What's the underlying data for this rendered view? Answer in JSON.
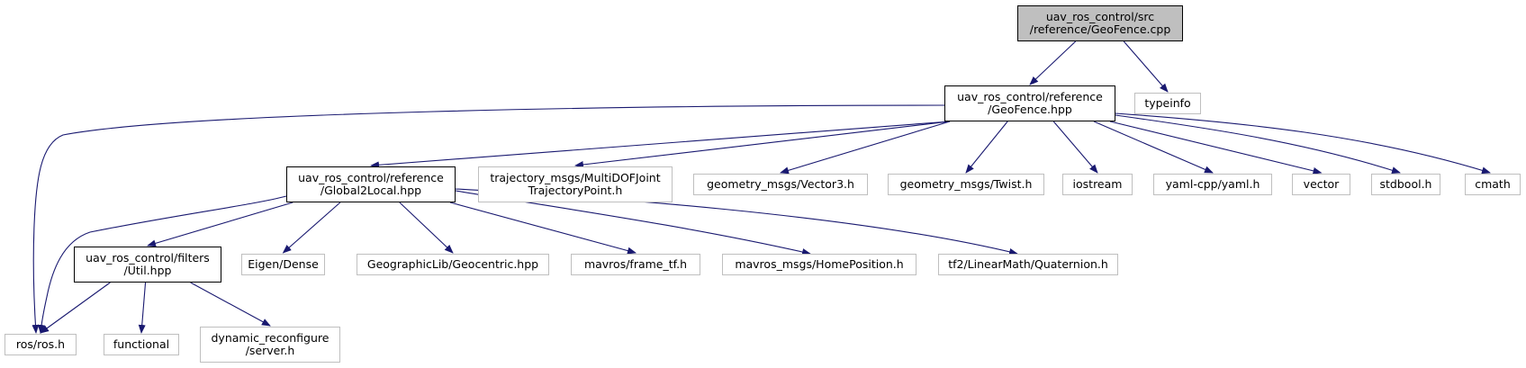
{
  "graph": {
    "colors": {
      "edge": "#191970",
      "root_fill": "#bfbfbf",
      "doc_border": "#000000",
      "ext_border": "#bfbfbf"
    },
    "nodes": [
      {
        "id": "n0",
        "kind": "root",
        "lines": [
          "uav_ros_control/src",
          "/reference/GeoFence.cpp"
        ]
      },
      {
        "id": "n1",
        "kind": "doc",
        "lines": [
          "uav_ros_control/reference",
          "/GeoFence.hpp"
        ]
      },
      {
        "id": "n2",
        "kind": "ext",
        "lines": [
          "typeinfo"
        ]
      },
      {
        "id": "n3",
        "kind": "doc",
        "lines": [
          "uav_ros_control/reference",
          "/Global2Local.hpp"
        ]
      },
      {
        "id": "n4",
        "kind": "ext",
        "lines": [
          "trajectory_msgs/MultiDOFJoint",
          "TrajectoryPoint.h"
        ]
      },
      {
        "id": "n5",
        "kind": "ext",
        "lines": [
          "geometry_msgs/Vector3.h"
        ]
      },
      {
        "id": "n6",
        "kind": "ext",
        "lines": [
          "geometry_msgs/Twist.h"
        ]
      },
      {
        "id": "n7",
        "kind": "ext",
        "lines": [
          "iostream"
        ]
      },
      {
        "id": "n8",
        "kind": "ext",
        "lines": [
          "yaml-cpp/yaml.h"
        ]
      },
      {
        "id": "n9",
        "kind": "ext",
        "lines": [
          "vector"
        ]
      },
      {
        "id": "n10",
        "kind": "ext",
        "lines": [
          "stdbool.h"
        ]
      },
      {
        "id": "n11",
        "kind": "ext",
        "lines": [
          "cmath"
        ]
      },
      {
        "id": "n12",
        "kind": "doc",
        "lines": [
          "uav_ros_control/filters",
          "/Util.hpp"
        ]
      },
      {
        "id": "n13",
        "kind": "ext",
        "lines": [
          "Eigen/Dense"
        ]
      },
      {
        "id": "n14",
        "kind": "ext",
        "lines": [
          "GeographicLib/Geocentric.hpp"
        ]
      },
      {
        "id": "n15",
        "kind": "ext",
        "lines": [
          "mavros/frame_tf.h"
        ]
      },
      {
        "id": "n16",
        "kind": "ext",
        "lines": [
          "mavros_msgs/HomePosition.h"
        ]
      },
      {
        "id": "n17",
        "kind": "ext",
        "lines": [
          "tf2/LinearMath/Quaternion.h"
        ]
      },
      {
        "id": "n18",
        "kind": "ext",
        "lines": [
          "ros/ros.h"
        ]
      },
      {
        "id": "n19",
        "kind": "ext",
        "lines": [
          "functional"
        ]
      },
      {
        "id": "n20",
        "kind": "ext",
        "lines": [
          "dynamic_reconfigure",
          "/server.h"
        ]
      }
    ],
    "edges": [
      [
        "n0",
        "n1"
      ],
      [
        "n0",
        "n2"
      ],
      [
        "n1",
        "n18"
      ],
      [
        "n1",
        "n3"
      ],
      [
        "n1",
        "n4"
      ],
      [
        "n1",
        "n5"
      ],
      [
        "n1",
        "n6"
      ],
      [
        "n1",
        "n7"
      ],
      [
        "n1",
        "n8"
      ],
      [
        "n1",
        "n9"
      ],
      [
        "n1",
        "n10"
      ],
      [
        "n1",
        "n11"
      ],
      [
        "n3",
        "n18"
      ],
      [
        "n3",
        "n12"
      ],
      [
        "n3",
        "n13"
      ],
      [
        "n3",
        "n14"
      ],
      [
        "n3",
        "n15"
      ],
      [
        "n3",
        "n16"
      ],
      [
        "n3",
        "n17"
      ],
      [
        "n12",
        "n18"
      ],
      [
        "n12",
        "n19"
      ],
      [
        "n12",
        "n20"
      ]
    ]
  }
}
